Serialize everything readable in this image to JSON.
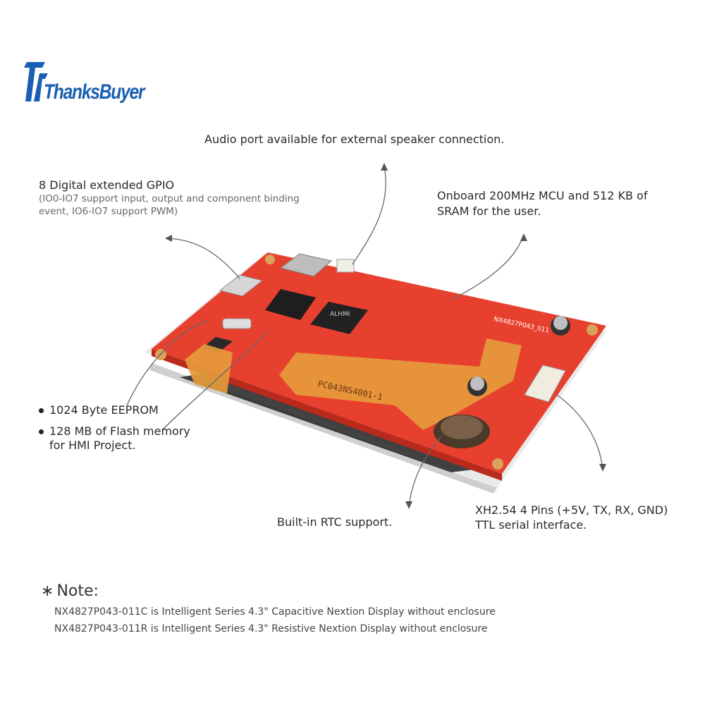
{
  "logo": {
    "text": "ThanksBuyer"
  },
  "annotations": {
    "audio": "Audio port available for external speaker connection.",
    "gpio_title": "8 Digital extended GPIO",
    "gpio_detail_1": "(IO0-IO7 support input, output and component binding",
    "gpio_detail_2": "event, IO6-IO7 support PWM)",
    "mcu_1": "Onboard 200MHz MCU and 512 KB of",
    "mcu_2": "SRAM for the user.",
    "eeprom": "1024 Byte EEPROM",
    "flash_1": "128 MB of Flash memory",
    "flash_2": "for HMI Project.",
    "rtc": "Built-in RTC support.",
    "serial_1": "XH2.54 4 Pins (+5V, TX, RX, GND)",
    "serial_2": "TTL serial interface."
  },
  "board": {
    "model_silk": "NX4827P043_011",
    "flex_silk": "PC043NS4001-1",
    "chip_label": "ALHMI"
  },
  "note": {
    "star": "∗",
    "title": "Note:",
    "line1": "NX4827P043-011C is Intelligent Series 4.3\" Capacitive Nextion Display without enclosure",
    "line2": "NX4827P043-011R is Intelligent Series 4.3\" Resistive Nextion Display without enclosure"
  },
  "colors": {
    "logo_blue": "#1a5fb4",
    "pcb_red": "#e8402e",
    "flex_orange": "#e59a3c"
  }
}
